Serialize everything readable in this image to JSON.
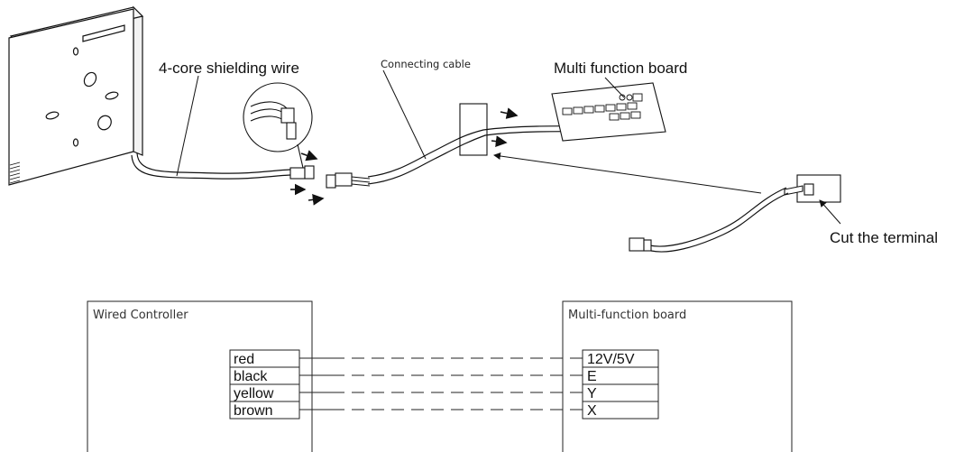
{
  "labels": {
    "shielding_wire": "4-core shielding wire",
    "connecting_cable": "Connecting cable",
    "multi_function_board": "Multi function board",
    "cut_terminal": "Cut the terminal"
  },
  "wiring": {
    "left_box_title": "Wired Controller",
    "right_box_title": "Multi-function board",
    "left_terminals": [
      "red",
      "black",
      "yellow",
      "brown"
    ],
    "right_terminals": [
      "12V/5V",
      "E",
      "Y",
      "X"
    ]
  }
}
